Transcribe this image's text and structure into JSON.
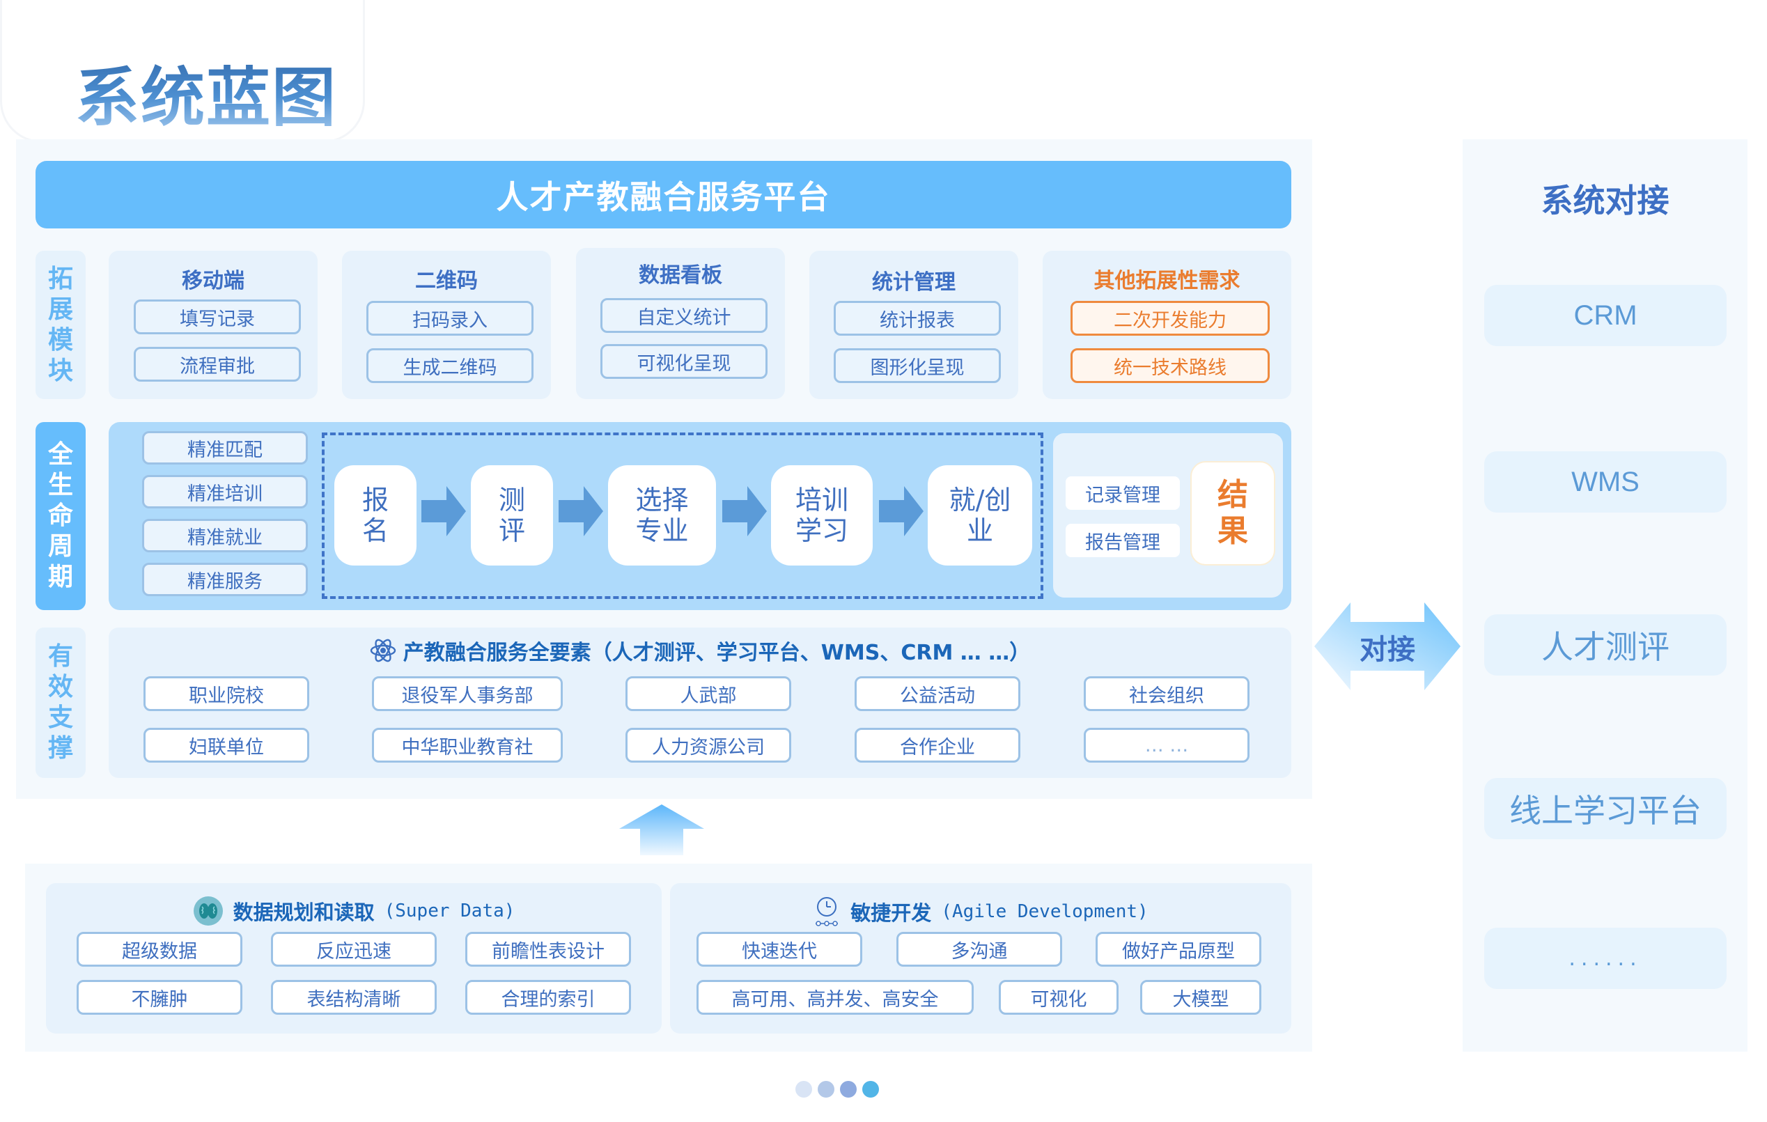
{
  "page": {
    "title": "系统蓝图"
  },
  "platform": {
    "title": "人才产教融合服务平台"
  },
  "rows": {
    "extension": {
      "label": [
        "拓",
        "展",
        "模",
        "块"
      ],
      "cards": [
        {
          "title": "移动端",
          "items": [
            "填写记录",
            "流程审批"
          ],
          "accent": "blue"
        },
        {
          "title": "二维码",
          "items": [
            "扫码录入",
            "生成二维码"
          ],
          "accent": "blue"
        },
        {
          "title": "数据看板",
          "items": [
            "自定义统计",
            "可视化呈现"
          ],
          "accent": "blue"
        },
        {
          "title": "统计管理",
          "items": [
            "统计报表",
            "图形化呈现"
          ],
          "accent": "blue"
        },
        {
          "title": "其他拓展性需求",
          "items": [
            "二次开发能力",
            "统一技术路线"
          ],
          "accent": "orange"
        }
      ]
    },
    "lifecycle": {
      "label": [
        "全",
        "生",
        "命",
        "周",
        "期"
      ],
      "precision": [
        "精准匹配",
        "精准培训",
        "精准就业",
        "精准服务"
      ],
      "steps": [
        {
          "line1": "报",
          "line2": "名"
        },
        {
          "line1": "测",
          "line2": "评"
        },
        {
          "line1": "选择",
          "line2": "专业"
        },
        {
          "line1": "培训",
          "line2": "学习"
        },
        {
          "line1": "就/创",
          "line2": "业"
        }
      ],
      "management": [
        "记录管理",
        "报告管理"
      ],
      "result": {
        "line1": "结",
        "line2": "果"
      }
    },
    "support": {
      "label": [
        "有",
        "效",
        "支",
        "撑"
      ],
      "title": "产教融合服务全要素（人才测评、学习平台、WMS、CRM … …）",
      "icon": "atom-icon",
      "items_row1": [
        "职业院校",
        "退役军人事务部",
        "人武部",
        "公益活动",
        "社会组织"
      ],
      "items_row2": [
        "妇联单位",
        "中华职业教育社",
        "人力资源公司",
        "合作企业",
        "… …"
      ]
    }
  },
  "foundation": {
    "data": {
      "icon": "brain-icon",
      "title": "数据规划和读取",
      "title_en": "(Super Data)",
      "items_row1": [
        "超级数据",
        "反应迅速",
        "前瞻性表设计"
      ],
      "items_row2": [
        "不臃肿",
        "表结构清晰",
        "合理的索引"
      ]
    },
    "agile": {
      "icon": "stopwatch-icon",
      "title": "敏捷开发",
      "title_en": "(Agile Development)",
      "items_row1": [
        "快速迭代",
        "多沟通",
        "做好产品原型"
      ],
      "items_row2": [
        "高可用、高并发、高安全",
        "可视化",
        "大模型"
      ]
    }
  },
  "connector": {
    "label": "对接"
  },
  "integration": {
    "title": "系统对接",
    "systems": [
      "CRM",
      "WMS",
      "人才测评",
      "线上学习平台",
      "......"
    ]
  },
  "pager": {
    "total": 4,
    "active_index": 3,
    "colors": [
      "#d9e4f5",
      "#b3c8e8",
      "#8eaadf",
      "#52b5e7"
    ]
  },
  "colors": {
    "primary": "#66bdfc",
    "text_blue": "#3d6fc4",
    "accent_orange": "#ea7c2e",
    "panel_bg": "#f4f9fd",
    "card_bg": "#e7f2fc"
  }
}
